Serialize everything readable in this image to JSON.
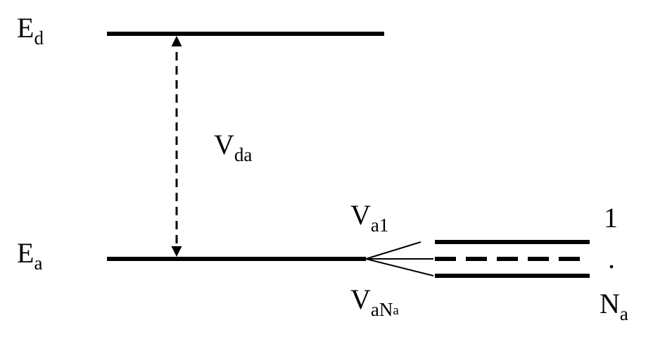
{
  "diagram": {
    "levels": {
      "donor": {
        "symbol": "E",
        "subscript": "d"
      },
      "acceptor": {
        "symbol": "E",
        "subscript": "a"
      }
    },
    "couplings": {
      "donor_acceptor": {
        "symbol": "V",
        "subscript": "da"
      },
      "acceptor_first": {
        "symbol": "V",
        "subscript": "a1"
      },
      "acceptor_last": {
        "symbol": "V",
        "subscript": "aN",
        "subsubscript": "a"
      }
    },
    "manifold": {
      "first_index": "1",
      "dots": ".",
      "last_index": {
        "symbol": "N",
        "subscript": "a"
      }
    },
    "colors": {
      "line": "#000000",
      "background": "#ffffff"
    }
  }
}
